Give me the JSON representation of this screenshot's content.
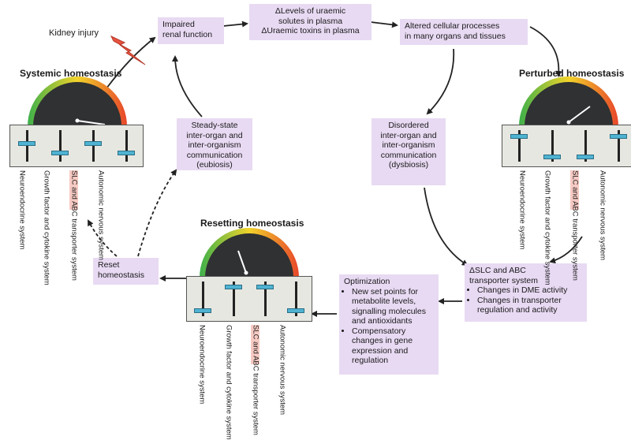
{
  "boxes": {
    "impaired": [
      "Impaired",
      "renal function"
    ],
    "levels": [
      "ΔLevels of uraemic",
      "solutes in plasma",
      "ΔUraemic toxins in plasma"
    ],
    "altered": [
      "Altered cellular processes",
      "in many organs and tissues"
    ],
    "steady": [
      "Steady-state",
      "inter-organ and",
      "inter-organism",
      "communication",
      "(eubiosis)"
    ],
    "disordered": [
      "Disordered",
      "inter-organ and",
      "inter-organism",
      "communication",
      "(dysbiosis)"
    ],
    "reset": [
      "Reset",
      "homeostasis"
    ],
    "transporter": {
      "heading": [
        "ΔSLC and ABC",
        "transporter system"
      ],
      "bullets": [
        "Changes in DME activity",
        "Changes in transporter regulation and activity"
      ]
    },
    "optimization": {
      "heading": "Optimization",
      "bullets": [
        "New set points for metabolite levels, signalling molecules and antioxidants",
        "Compensatory changes in gene expression and regulation"
      ]
    }
  },
  "labels": {
    "kidney_injury": "Kidney injury"
  },
  "titles": {
    "systemic": "Systemic homeostasis",
    "perturbed": "Perturbed homeostasis",
    "resetting": "Resetting homeostasis"
  },
  "systems": [
    "Neuroendocrine system",
    "Growth factor and cytokine system",
    "SLC and ABC transporter system",
    "Autonomic nervous system"
  ],
  "colors": {
    "box_fill": "#e8daf3",
    "highlight": "#f6cac3",
    "knob": "#4fb3d2",
    "gauge_gradient": [
      "#3db04a",
      "#f2d32a",
      "#e8462a"
    ]
  },
  "states": {
    "systemic": {
      "slider_levels": [
        0.6,
        0.25,
        0.6,
        0.25
      ]
    },
    "perturbed": {
      "slider_levels": [
        0.85,
        0.1,
        0.1,
        0.85
      ]
    },
    "resetting": {
      "slider_levels": [
        0.1,
        0.9,
        0.9,
        0.1
      ]
    }
  }
}
